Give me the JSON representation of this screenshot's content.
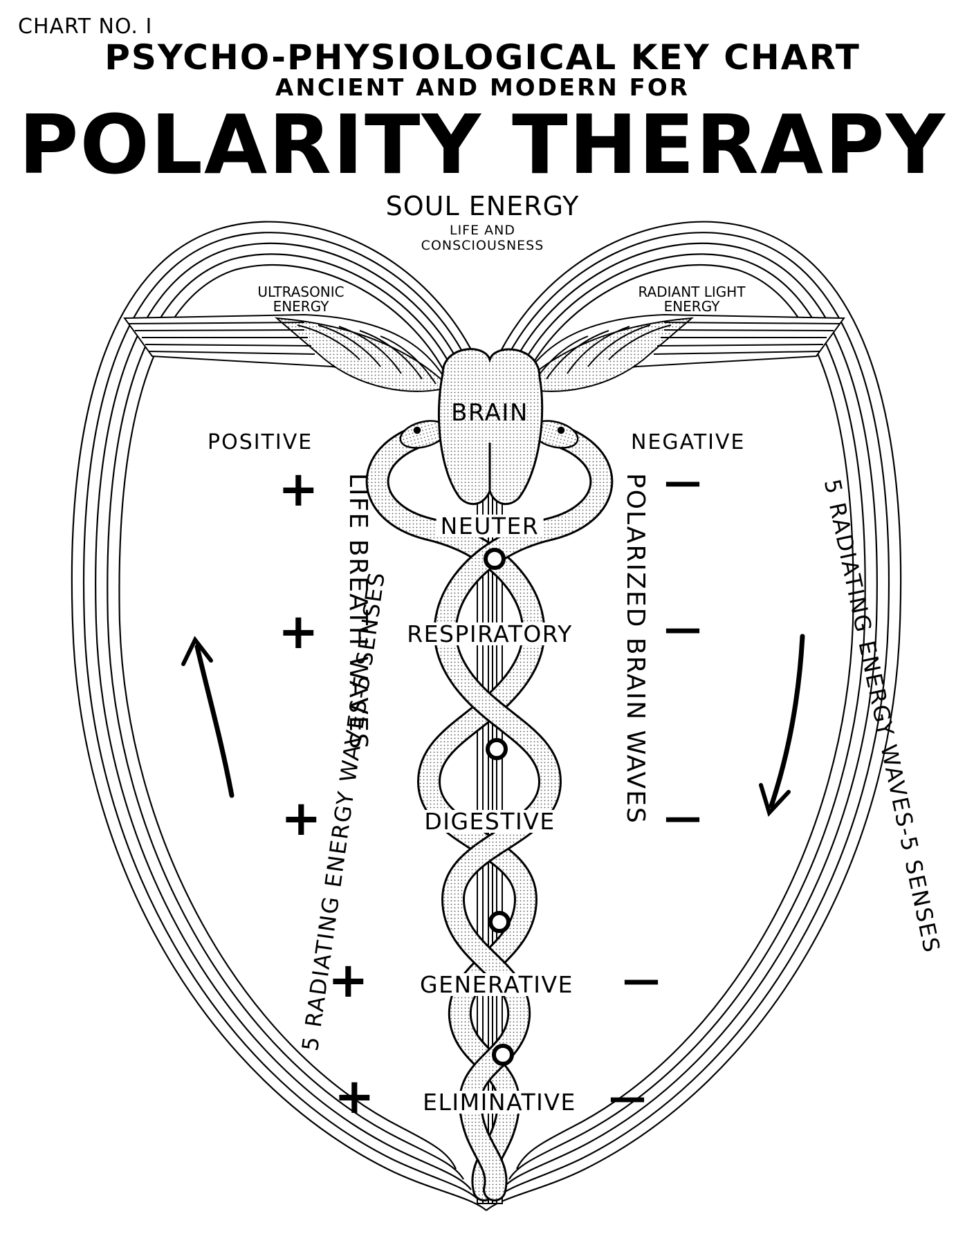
{
  "header": {
    "chart_number": "CHART NO. I",
    "title_line1": "PSYCHO-PHYSIOLOGICAL KEY CHART",
    "title_line2": "ANCIENT AND MODERN FOR",
    "title_main": "POLARITY THERAPY"
  },
  "top": {
    "soul_energy": "SOUL ENERGY",
    "soul_sub1": "LIFE AND",
    "soul_sub2": "CONSCIOUSNESS",
    "left_wing_1": "ULTRASONIC",
    "left_wing_2": "ENERGY",
    "right_wing_1": "RADIANT LIGHT",
    "right_wing_2": "ENERGY"
  },
  "sides": {
    "positive": "POSITIVE",
    "negative": "NEGATIVE",
    "left_waves": "5 RADIATING ENERGY WAVES-5 SENSES",
    "right_waves": "5 RADIATING ENERGY WAVES-5 SENSES",
    "left_vertical": "LIFE BREATH WAVES",
    "right_vertical": "POLARIZED BRAIN WAVES",
    "plus": "+",
    "minus": "—"
  },
  "centers": {
    "brain": "BRAIN",
    "items": [
      "NEUTER",
      "RESPIRATORY",
      "DIGESTIVE",
      "GENERATIVE",
      "ELIMINATIVE"
    ]
  }
}
